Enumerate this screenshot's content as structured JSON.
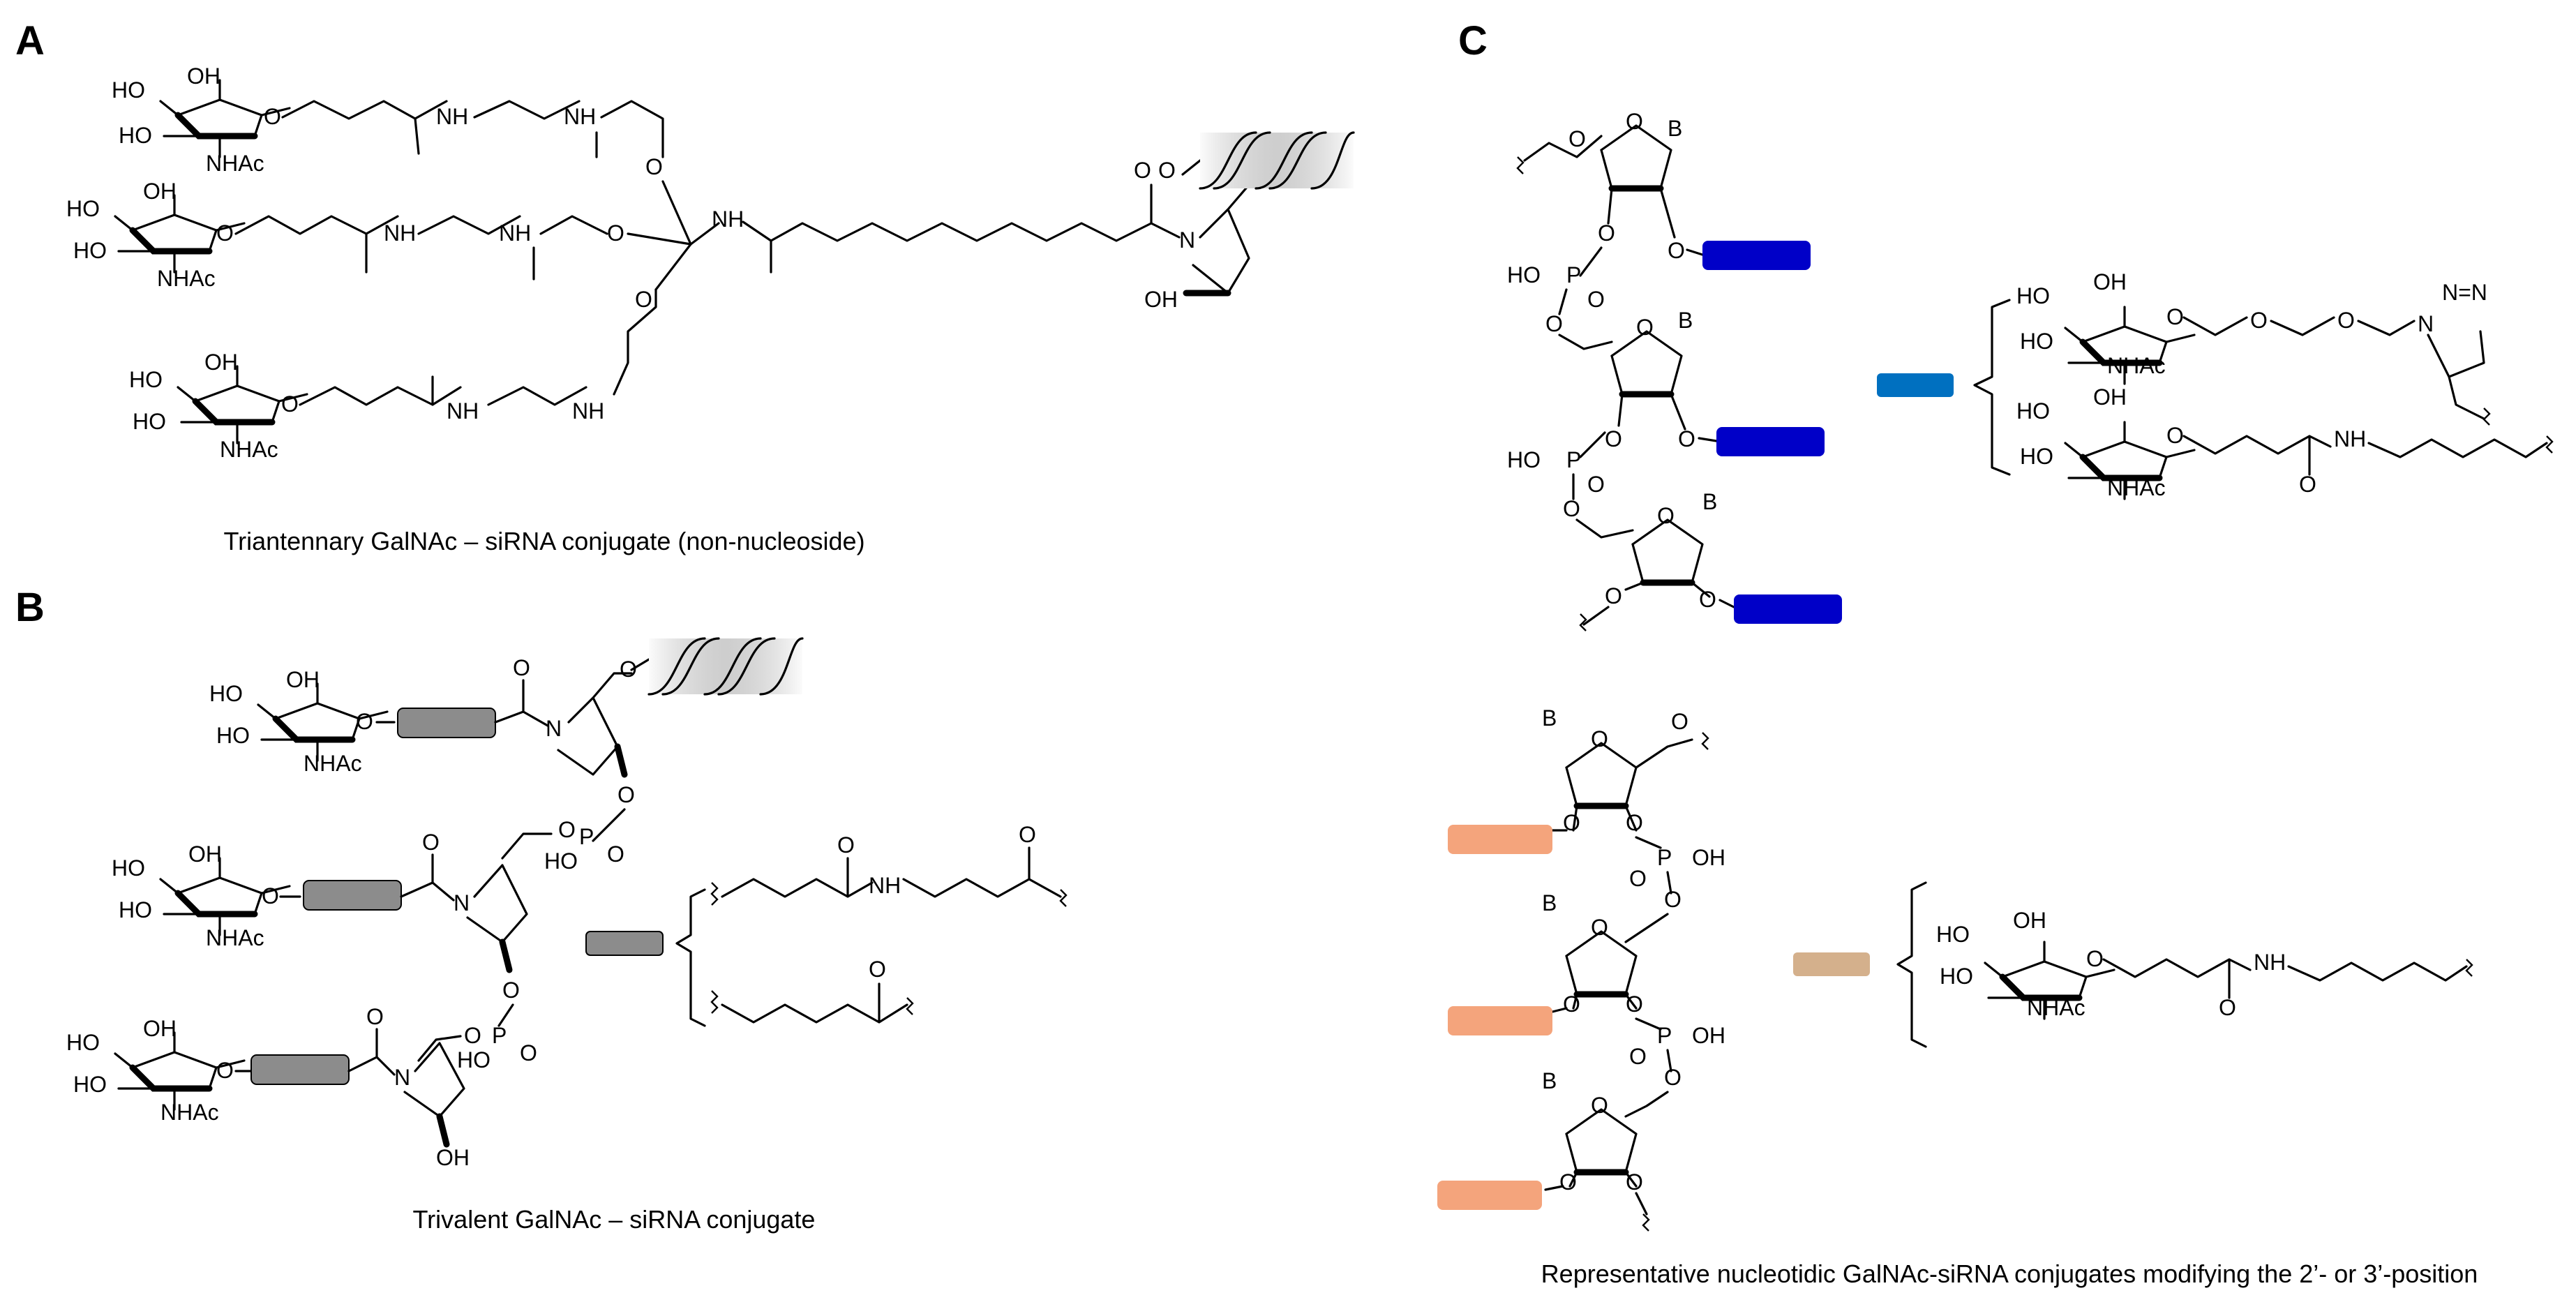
{
  "panels": {
    "A": {
      "label": "A",
      "caption": "Triantennary GalNAc – siRNA conjugate (non-nucleoside)"
    },
    "B": {
      "label": "B",
      "caption": "Trivalent GalNAc – siRNA conjugate"
    },
    "C": {
      "label": "C",
      "caption": "Representative nucleotidic GalNAc-siRNA conjugates modifying the 2’- or 3’-position"
    }
  },
  "atoms": {
    "ho": "HO",
    "oh": "OH",
    "o": "O",
    "nh": "NH",
    "n": "N",
    "nhac": "NHAc",
    "p": "P",
    "b": "B",
    "n_eq_n": "N=N"
  },
  "colors": {
    "dark_blue_linker": "#0000c8",
    "mid_blue_linker": "#0070c0",
    "grey_linker": "#8c8c8c",
    "salmon_linker": "#f4a47c",
    "tan_linker": "#d4b08c"
  }
}
